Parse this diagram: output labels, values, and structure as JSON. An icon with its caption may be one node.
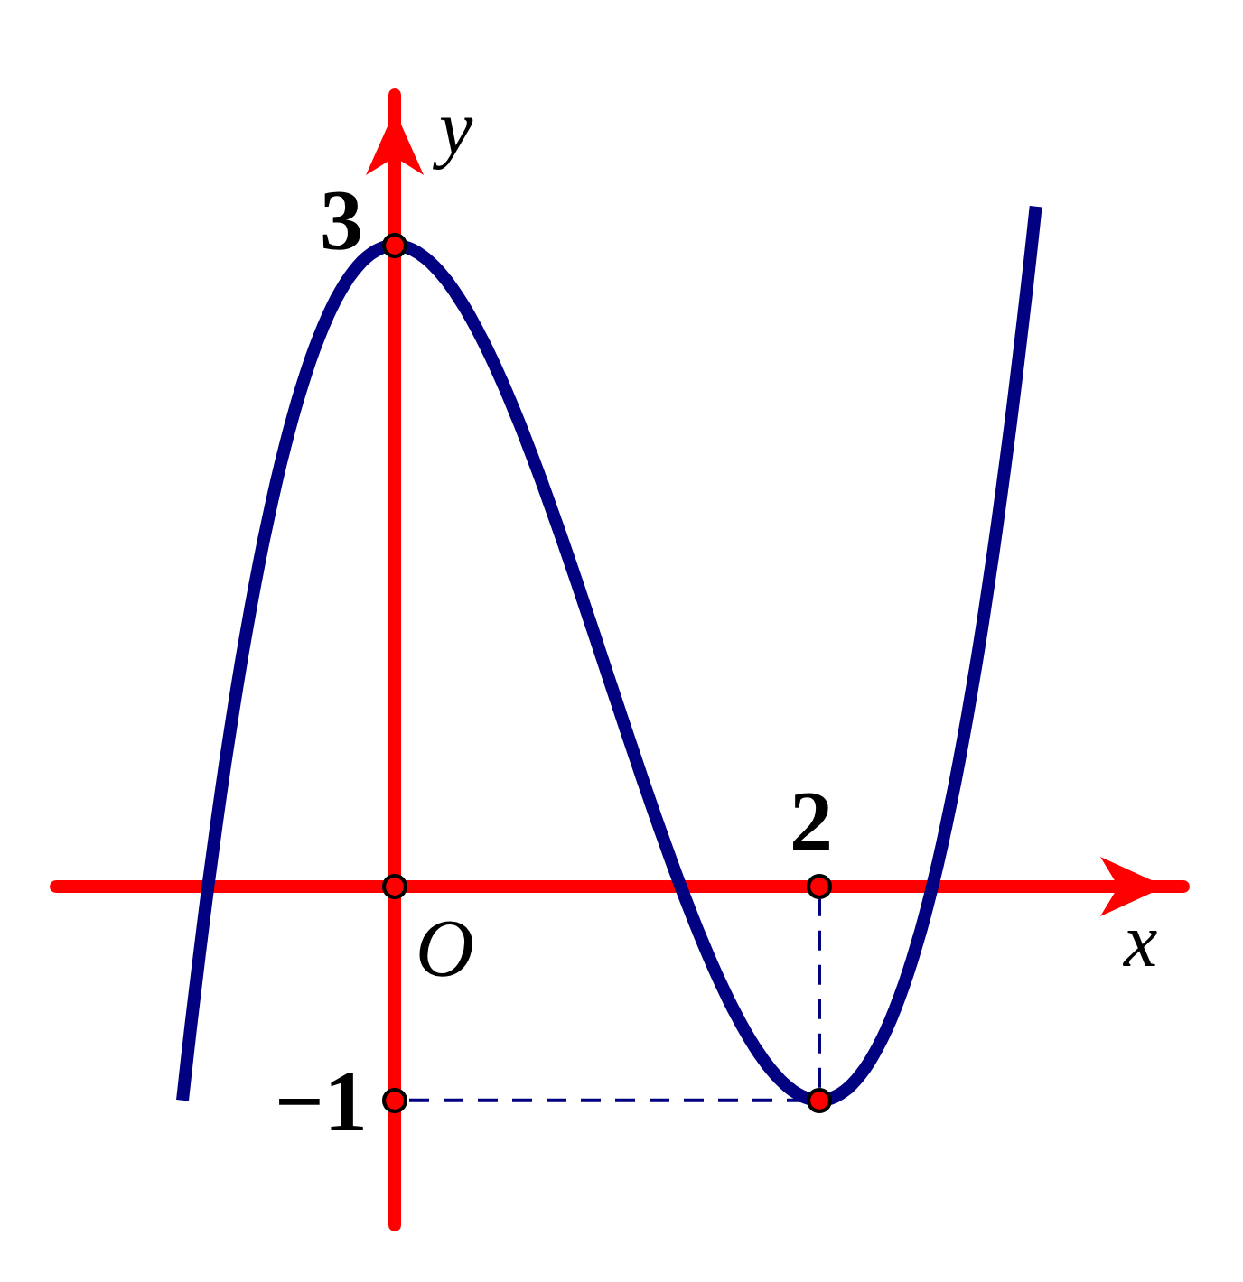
{
  "diagram": {
    "nodes": [
      {
        "text": [],
        "shape": "circle"
      },
      {
        "text": [],
        "shape": "circle"
      },
      {
        "text": [],
        "shape": "circle"
      },
      {
        "text": [],
        "shape": "circle"
      },
      {
        "text": [],
        "shape": "circle"
      }
    ],
    "edges": [
      {
        "from": 4,
        "to": 3,
        "arrow": "none",
        "style": "dashed"
      },
      {
        "from": 4,
        "to": 2,
        "arrow": "none",
        "style": "dashed"
      }
    ],
    "labels": [
      "y",
      "3",
      "2",
      "x",
      "O",
      "−1"
    ]
  }
}
